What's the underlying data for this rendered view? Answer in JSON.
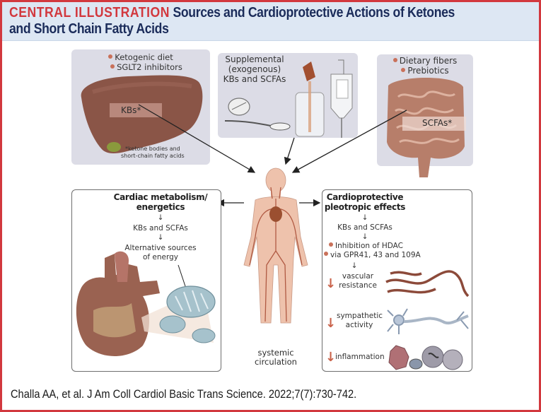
{
  "header": {
    "tag": "CENTRAL ILLUSTRATION",
    "title_line1": "Sources and Cardioprotective Actions of Ketones",
    "title_line2": "and Short Chain Fatty Acids"
  },
  "sources": {
    "liver": {
      "bullets": [
        "Ketogenic diet",
        "SGLT2 inhibitors"
      ],
      "organ_label": "KBs*",
      "footnote_line1": "*ketone bodies and",
      "footnote_line2": "short-chain fatty acids"
    },
    "supplements": {
      "line1": "Supplemental",
      "line2": "(exogenous)",
      "line3": "KBs and SCFAs"
    },
    "gut": {
      "bullets": [
        "Dietary fibers",
        "Prebiotics"
      ],
      "organ_label": "SCFAs*"
    }
  },
  "center": {
    "label_line1": "systemic",
    "label_line2": "circulation"
  },
  "left_box": {
    "title_line1": "Cardiac metabolism/",
    "title_line2": "energetics",
    "step1": "KBs and SCFAs",
    "step2_line1": "Alternative sources",
    "step2_line2": "of energy"
  },
  "right_box": {
    "title_line1": "Cardioprotective",
    "title_line2": "pleotropic effects",
    "step1": "KBs and SCFAs",
    "bullets": [
      "Inhibition of HDAC",
      "via GPR41, 43 and 109A"
    ],
    "effects": [
      {
        "direction": "down",
        "line1": "vascular",
        "line2": "resistance"
      },
      {
        "direction": "down",
        "line1": "sympathetic",
        "line2": "activity"
      },
      {
        "direction": "down",
        "line1": "inflammation",
        "line2": ""
      }
    ]
  },
  "colors": {
    "frame_red": "#d2383e",
    "header_bg": "#dde7f3",
    "title_navy": "#1b2c5a",
    "panel_bg": "#dcdce6",
    "bullet_dot": "#c9715a",
    "down_arrow": "#c9624a"
  },
  "citation": "Challa AA, et al. J Am Coll Cardiol Basic Trans Science. 2022;7(7):730-742."
}
